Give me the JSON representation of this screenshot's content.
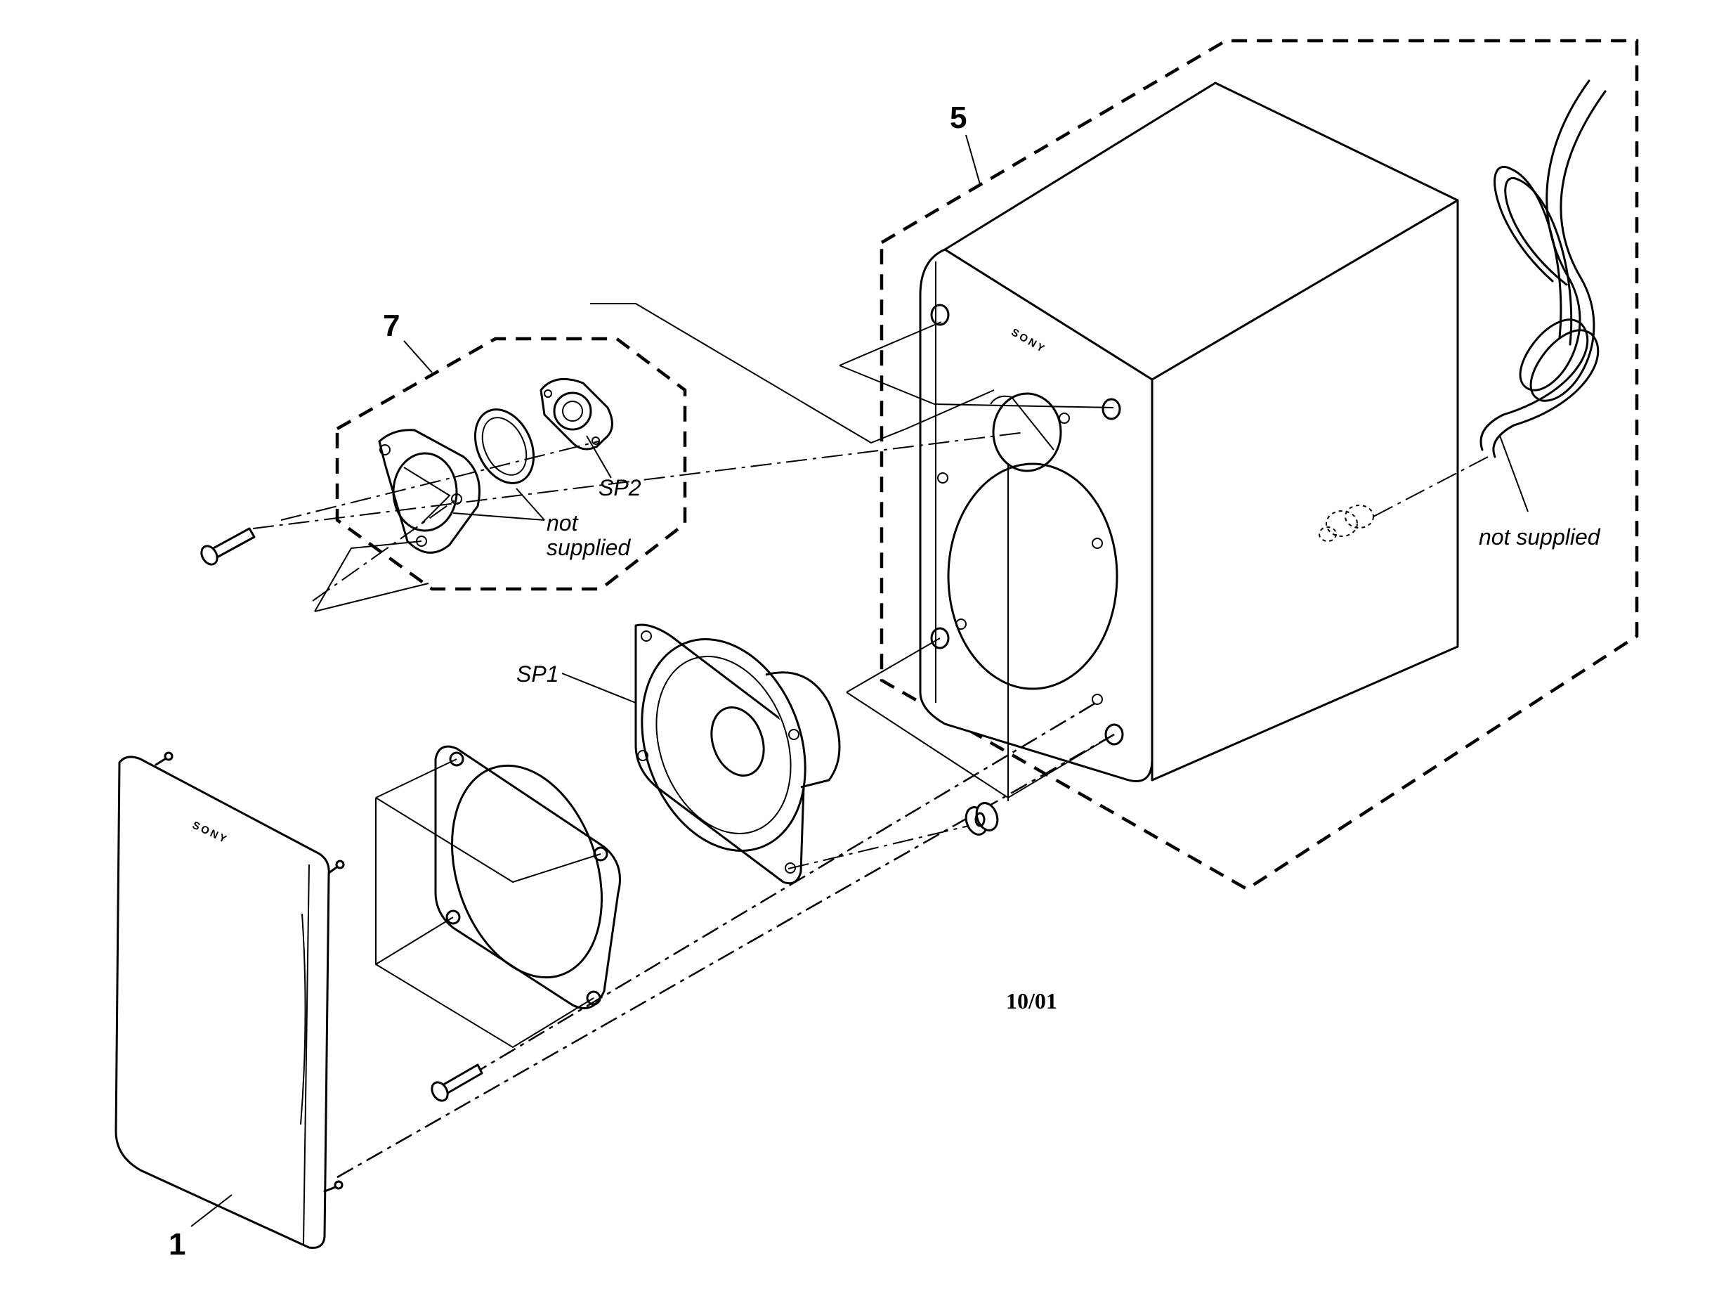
{
  "labels": {
    "part_5": "5",
    "part_7": "7",
    "part_1": "1",
    "sp1": "SP1",
    "sp2": "SP2",
    "not_supplied_line1": "not",
    "not_supplied_line2": "supplied",
    "not_supplied_cable": "not supplied",
    "date_code": "10/01"
  },
  "brand": {
    "cabinet_logo": "SONY",
    "grille_logo": "SONY"
  }
}
